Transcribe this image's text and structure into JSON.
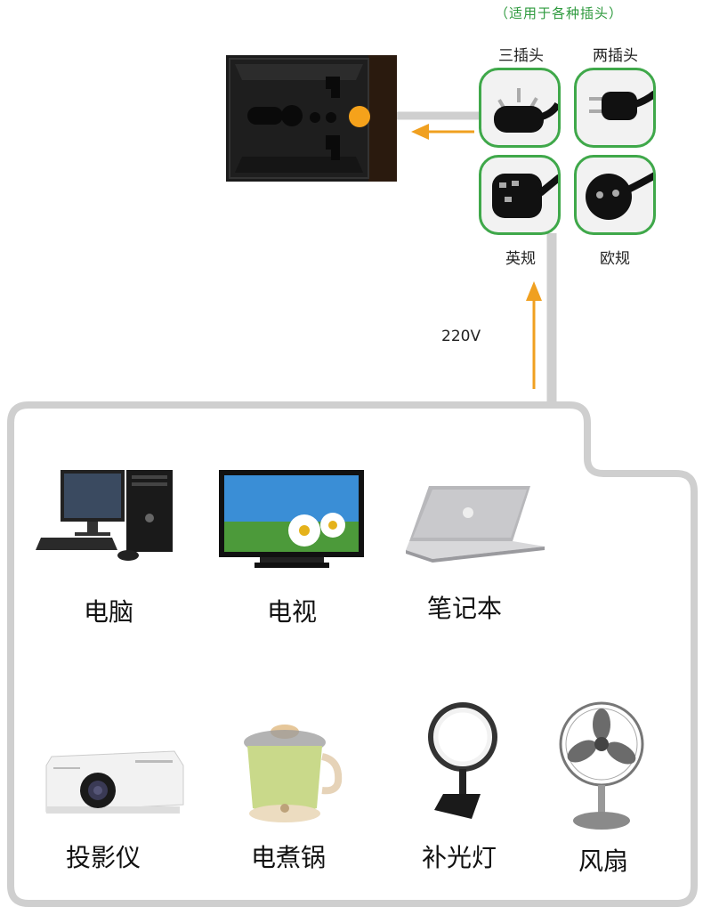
{
  "note": "（适用于各种插头）",
  "plugs": {
    "three_pin": "三插头",
    "two_pin": "两插头",
    "uk": "英规",
    "eu": "欧规"
  },
  "voltage": "220V",
  "devices": [
    {
      "label": "电脑",
      "icon": "desktop-computer-icon"
    },
    {
      "label": "电视",
      "icon": "tv-icon"
    },
    {
      "label": "笔记本",
      "icon": "laptop-icon"
    },
    {
      "label": "投影仪",
      "icon": "projector-icon"
    },
    {
      "label": "电煮锅",
      "icon": "electric-pot-icon"
    },
    {
      "label": "补光灯",
      "icon": "ring-light-icon"
    },
    {
      "label": "风扇",
      "icon": "fan-icon"
    }
  ],
  "colors": {
    "accent_green": "#3fa84a",
    "arrow_orange": "#f0a020",
    "outline_gray": "#cfcfcf"
  }
}
